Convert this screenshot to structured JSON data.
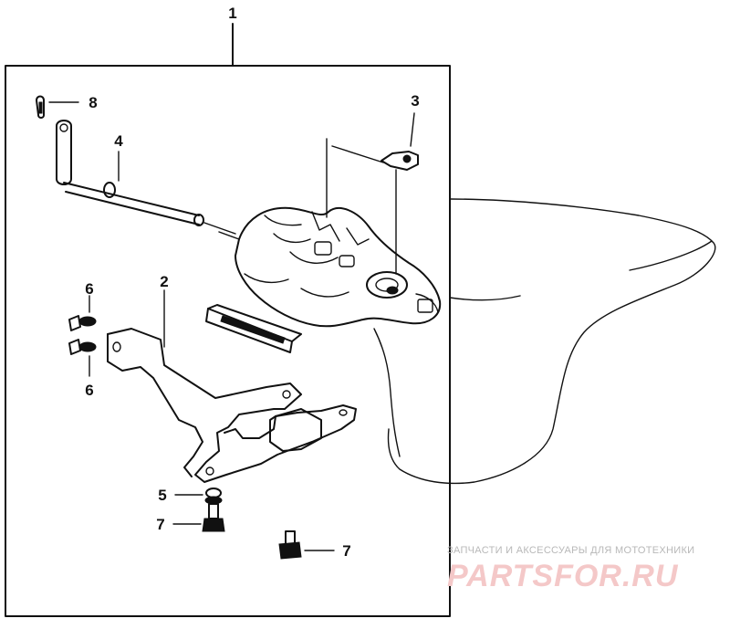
{
  "callouts": {
    "c1": "1",
    "c2": "2",
    "c3": "3",
    "c4": "4",
    "c5": "5",
    "c6_top": "6",
    "c6_bottom": "6",
    "c7_left": "7",
    "c7_right": "7",
    "c8": "8"
  },
  "watermark": {
    "tagline": "ЗАПЧАСТИ И АКСЕССУАРЫ ДЛЯ МОТОТЕХНИКИ",
    "logo": "PARTSFOR.RU",
    "color": "#e05050"
  }
}
